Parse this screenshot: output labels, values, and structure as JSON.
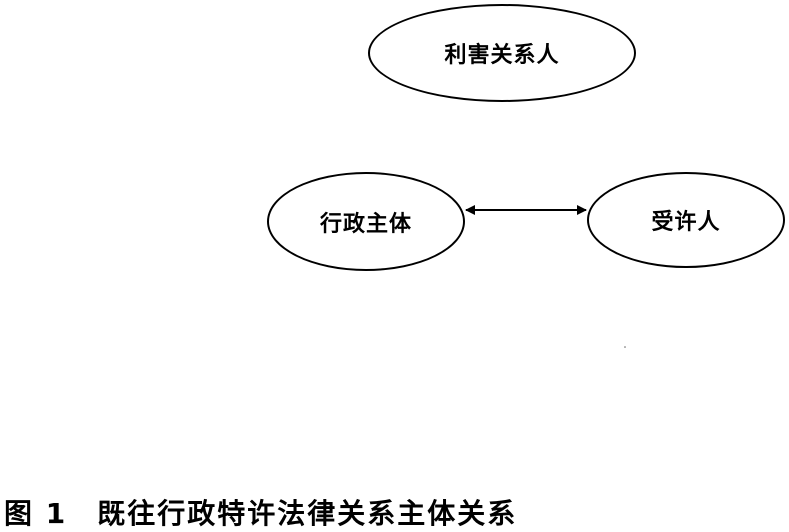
{
  "diagram": {
    "nodes": {
      "stakeholder": "利害关系人",
      "admin": "行政主体",
      "licensee": "受许人"
    },
    "edges": [
      {
        "from": "admin",
        "to": "licensee",
        "direction": "bidirectional"
      }
    ]
  },
  "caption": {
    "figure_number": "图 1",
    "title": "既往行政特许法律关系主体关系"
  }
}
